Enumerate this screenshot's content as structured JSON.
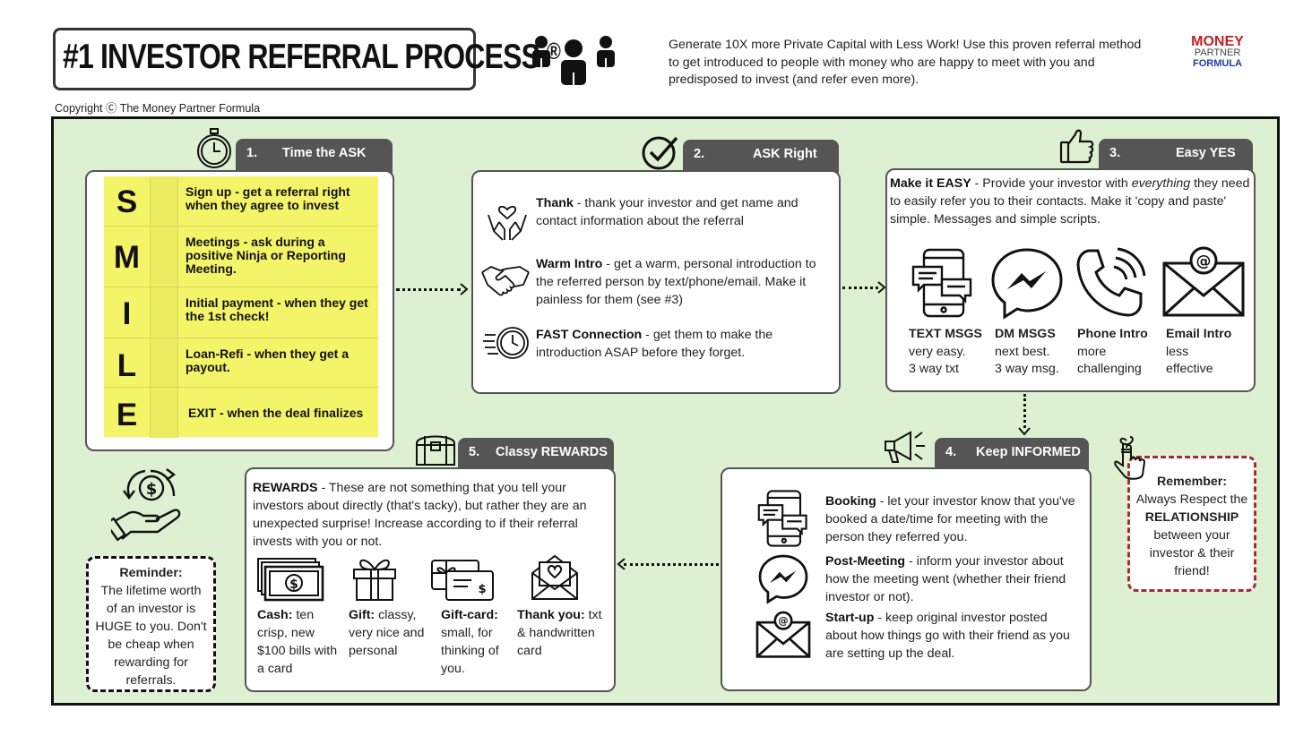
{
  "header": {
    "title": "#1 INVESTOR REFERRAL PROCESS",
    "registered": "®",
    "copyright": "Copyright Ⓒ The Money Partner Formula",
    "intro": "Generate 10X more Private Capital with Less Work!  Use this proven referral method to get introduced to people with money who are happy to meet with you and predisposed to invest (and refer even more).",
    "logo": {
      "line1": "MONEY",
      "partner": "PARTNER",
      "formula": "FORMULA"
    }
  },
  "step1": {
    "num": "1.",
    "label": "Time the ASK",
    "smile": [
      {
        "letter": "S",
        "text": "Sign up - get a referral right when they agree to invest"
      },
      {
        "letter": "M",
        "text": "Meetings - ask during a positive Ninja or Reporting Meeting."
      },
      {
        "letter": "I",
        "text": "Initial payment - when they get the 1st check!"
      },
      {
        "letter": "L",
        "text": "Loan-Refi - when they get a payout."
      },
      {
        "letter": "E",
        "text": "EXIT - when the deal finalizes"
      }
    ]
  },
  "step2": {
    "num": "2.",
    "label": "ASK Right",
    "items": [
      {
        "title": "Thank",
        "text": " - thank your investor and get name and contact information about the referral"
      },
      {
        "title": "Warm Intro",
        "text": " - get a warm, personal introduction to the referred person by text/phone/email.  Make it painless for them (see #3)"
      },
      {
        "title": "FAST Connection",
        "text": " - get them to make the introduction ASAP before they forget."
      }
    ]
  },
  "step3": {
    "num": "3.",
    "label": "Easy YES",
    "intro_title": "Make it EASY",
    "intro_a": " - Provide your investor with ",
    "intro_em": "everything",
    "intro_b": " they need to easily refer you to their contacts.  Make it 'copy and paste' simple. Messages and simple scripts.",
    "options": [
      {
        "title": "TEXT MSGS",
        "line1": "very easy.",
        "line2": "3 way txt"
      },
      {
        "title": "DM MSGS",
        "line1": "next best.",
        "line2": "3 way msg."
      },
      {
        "title": "Phone Intro",
        "line1": "more",
        "line2": "challenging"
      },
      {
        "title": "Email Intro",
        "line1": "less",
        "line2": "effective"
      }
    ]
  },
  "step4": {
    "num": "4.",
    "label": "Keep INFORMED",
    "items": [
      {
        "title": "Booking",
        "text": " - let your investor know that you've booked a date/time for meeting with the person they referred you."
      },
      {
        "title": "Post-Meeting",
        "text": " - inform your investor about how the meeting went (whether their friend investor or not)."
      },
      {
        "title": "Start-up",
        "text": " - keep original investor posted about how things go with their friend as you are setting up the deal."
      }
    ]
  },
  "step5": {
    "num": "5.",
    "label": "Classy REWARDS",
    "intro_title": "REWARDS",
    "intro": " - These are not something that you tell your investors about directly (that's tacky), but rather they are an unexpected surprise!  Increase according to if their referral invests with you or not.",
    "options": [
      {
        "title": "Cash:",
        "text": " ten crisp, new $100 bills with a card"
      },
      {
        "title": "Gift:",
        "text": " classy, very nice and personal"
      },
      {
        "title": "Gift-card:",
        "text": " small, for thinking of you."
      },
      {
        "title": "Thank you:",
        "text": " txt & handwritten card"
      }
    ]
  },
  "reminder": {
    "title": "Reminder:",
    "text": "The lifetime worth of an investor is HUGE to you.  Don't be cheap when rewarding for referrals."
  },
  "remember": {
    "title": "Remember:",
    "line1": "Always Respect the",
    "emph": "RELATIONSHIP",
    "line2": "between your investor & their friend!"
  }
}
